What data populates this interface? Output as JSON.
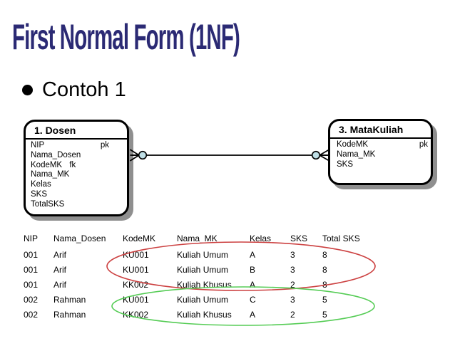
{
  "slide": {
    "title": "First Normal Form (1NF)",
    "title_color": "#2b2a74",
    "bullet_text": "Contoh 1"
  },
  "erd": {
    "entities": [
      {
        "title": "1. Dosen",
        "fields": [
          {
            "name": "NIP",
            "tag": "pk"
          },
          {
            "name": "Nama_Dosen"
          },
          {
            "name": "KodeMK",
            "tag": "fk"
          },
          {
            "name": "Nama_MK"
          },
          {
            "name": "Kelas"
          },
          {
            "name": "SKS"
          },
          {
            "name": "TotalSKS"
          }
        ]
      },
      {
        "title": "3. MataKuliah",
        "fields": [
          {
            "name": "KodeMK",
            "tag": "pk"
          },
          {
            "name": "Nama_MK"
          },
          {
            "name": "SKS"
          }
        ]
      }
    ],
    "connector": {
      "node_color": "#bfdfe6",
      "line_color": "#000000",
      "style": "line with crow's feet and circle nodes at both entity ends"
    }
  },
  "table": {
    "headers": [
      "NIP",
      "Nama_Dosen",
      "KodeMK",
      "Nama_MK",
      "Kelas",
      "SKS",
      "Total SKS"
    ],
    "rows": [
      [
        "001",
        "Arif",
        "KU001",
        "Kuliah Umum",
        "A",
        "3",
        "8"
      ],
      [
        "001",
        "Arif",
        "KU001",
        "Kuliah Umum",
        "B",
        "3",
        "8"
      ],
      [
        "001",
        "Arif",
        "KK002",
        "Kuliah Khusus",
        "A",
        "2",
        "8"
      ],
      [
        "002",
        "Rahman",
        "KU001",
        "Kuliah Umum",
        "C",
        "3",
        "5"
      ],
      [
        "002",
        "Rahman",
        "KK002",
        "Kuliah Khusus",
        "A",
        "2",
        "5"
      ]
    ],
    "annotations": [
      {
        "shape": "ellipse",
        "color": "#cc4141",
        "encircled_rows": [
          1,
          2,
          3
        ]
      },
      {
        "shape": "ellipse",
        "color": "#55cc55",
        "encircled_rows": [
          4,
          5
        ]
      }
    ]
  }
}
